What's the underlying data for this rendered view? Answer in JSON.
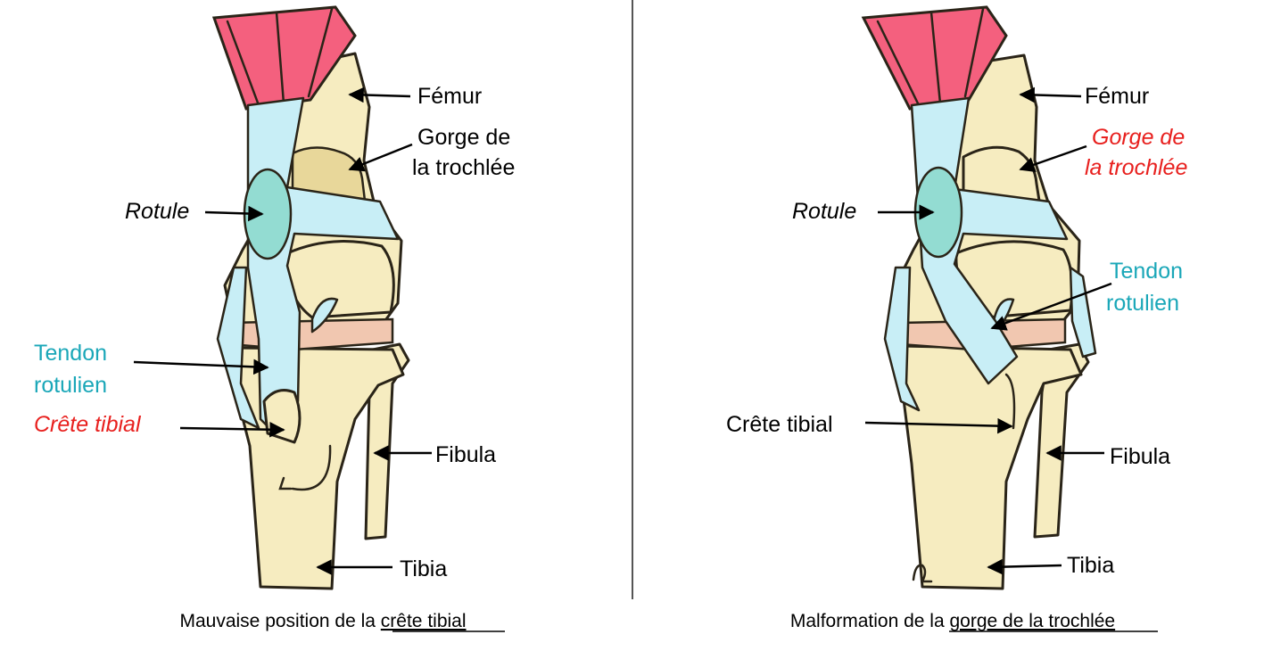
{
  "left": {
    "labels": {
      "femur": "Fémur",
      "gorge_line1": "Gorge de",
      "gorge_line2": "la trochlée",
      "rotule": "Rotule",
      "tendon_line1": "Tendon",
      "tendon_line2": "rotulien",
      "crete": "Crête tibial",
      "fibula": "Fibula",
      "tibia": "Tibia"
    },
    "caption_prefix": "Mauvaise position de la ",
    "caption_emphasis": "crête tibial"
  },
  "right": {
    "labels": {
      "femur": "Fémur",
      "gorge_line1": "Gorge de",
      "gorge_line2": "la trochlée",
      "rotule": "Rotule",
      "tendon_line1": "Tendon",
      "tendon_line2": "rotulien",
      "crete": "Crête tibial",
      "fibula": "Fibula",
      "tibia": "Tibia"
    },
    "caption_prefix": "Malformation de la ",
    "caption_emphasis": "gorge de la trochlée"
  },
  "colors": {
    "black_label": "#000000",
    "highlight_red": "#e8201e",
    "tendon_cyan": "#1aa7b8",
    "muscle_pink": "#f4607e",
    "bone": "#f6ecc0",
    "tendon_fill": "#c8eef6",
    "patella_fill": "#93dcd2"
  }
}
